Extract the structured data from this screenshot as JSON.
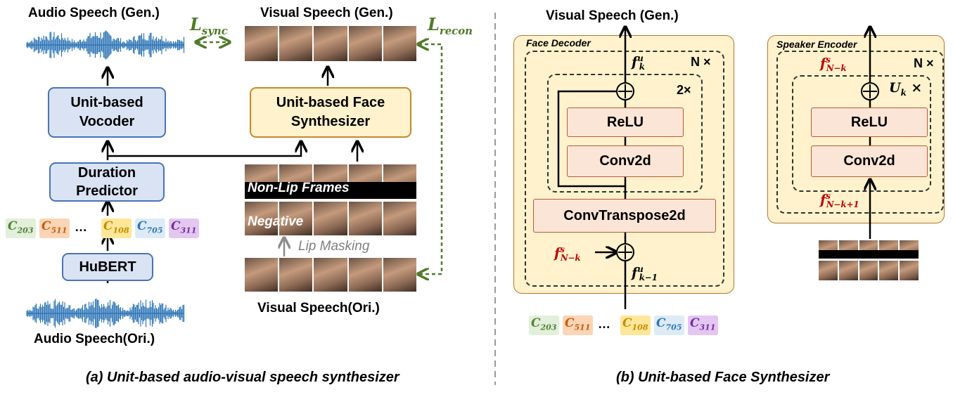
{
  "left": {
    "audio_gen_title": "Audio Speech (Gen.)",
    "visual_gen_title": "Visual Speech (Gen.)",
    "vocoder_label": "Unit-based Vocoder",
    "face_synth_label": "Unit-based Face Synthesizer",
    "duration_label": "Duration Predictor",
    "hubert_label": "HuBERT",
    "audio_ori_title": "Audio Speech(Ori.)",
    "visual_ori_title": "Visual Speech(Ori.)",
    "non_lip_label": "Non-Lip Frames",
    "negative_label": "Negative",
    "lip_masking_label": "Lip Masking",
    "loss_sync": {
      "base": "L",
      "sub": "sync"
    },
    "loss_recon": {
      "base": "L",
      "sub": "recon"
    },
    "caption": "(a) Unit-based audio-visual speech synthesizer"
  },
  "units": [
    {
      "base": "C",
      "sub": "203",
      "bg": "#e2efda",
      "color": "#548235"
    },
    {
      "base": "C",
      "sub": "511",
      "bg": "#fbd5b5",
      "color": "#c55a11"
    },
    {
      "base": "C",
      "sub": "108",
      "bg": "#ffe699",
      "color": "#bf9000"
    },
    {
      "base": "C",
      "sub": "705",
      "bg": "#ddebf7",
      "color": "#2e75b6"
    },
    {
      "base": "C",
      "sub": "311",
      "bg": "#e4c7f0",
      "color": "#7030a0"
    }
  ],
  "ellipsis": "…",
  "right": {
    "visual_gen_title": "Visual Speech (Gen.)",
    "face_decoder_label": "Face Decoder",
    "speaker_encoder_label": "Speaker Encoder",
    "n_times": "N ×",
    "two_times": "2×",
    "relu": "ReLU",
    "conv2d": "Conv2d",
    "conv_transpose": "ConvTranspose2d",
    "uk": {
      "base": "U",
      "sub": "k",
      "suffix": " ×"
    },
    "caption": "(b) Unit-based Face Synthesizer",
    "f_k_u": {
      "base": "f",
      "sup": "u",
      "sub": "k"
    },
    "f_k1_u": {
      "base": "f",
      "sup": "u",
      "sub": "k−1"
    },
    "f_nk_s": {
      "base": "f",
      "sup": "s",
      "sub": "N−k"
    },
    "f_nk1_s": {
      "base": "f",
      "sup": "s",
      "sub": "N−k+1"
    }
  },
  "colors": {
    "loss_green": "#4f7a28",
    "feature_red": "#c00000",
    "waveform_blue": "#2e75b6"
  }
}
